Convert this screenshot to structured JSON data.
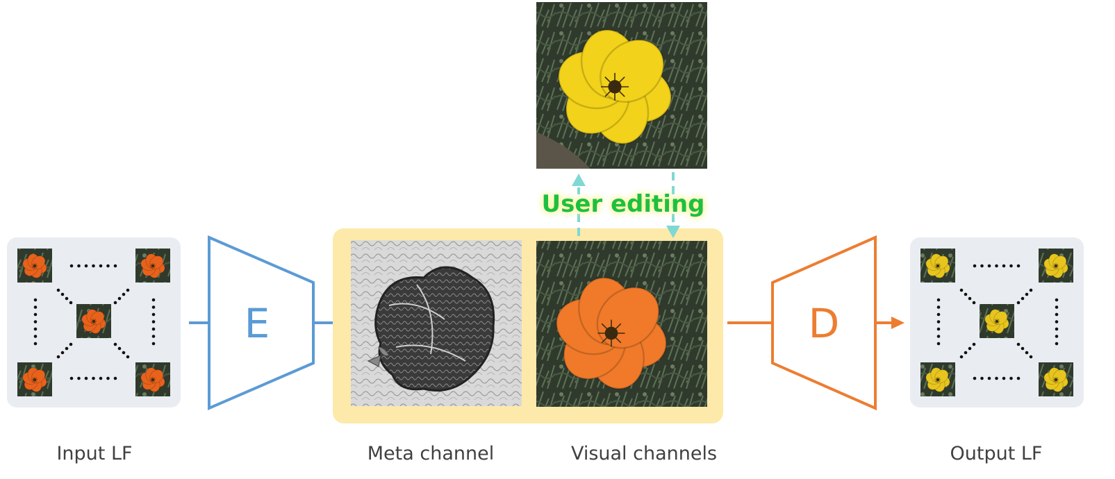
{
  "labels": {
    "input_lf": "Input LF",
    "meta_channel": "Meta channel",
    "visual_channels": "Visual channels",
    "output_lf": "Output LF",
    "user_editing": "User editing"
  },
  "encoder": {
    "letter": "E"
  },
  "decoder": {
    "letter": "D"
  },
  "colors": {
    "encoder": "#5b9bd5",
    "decoder": "#ed7d31",
    "edit_arrows": "#7fd8d3",
    "latent_bg": "#fde9a9",
    "grid_bg": "#e9edf2",
    "input_flower": "#e8621c",
    "output_flower": "#e7c51e",
    "edited_flower": "#f2d21a",
    "visual_flower": "#f07a2a",
    "foliage": "#3a4534",
    "label_glow": "#f7f59a"
  }
}
